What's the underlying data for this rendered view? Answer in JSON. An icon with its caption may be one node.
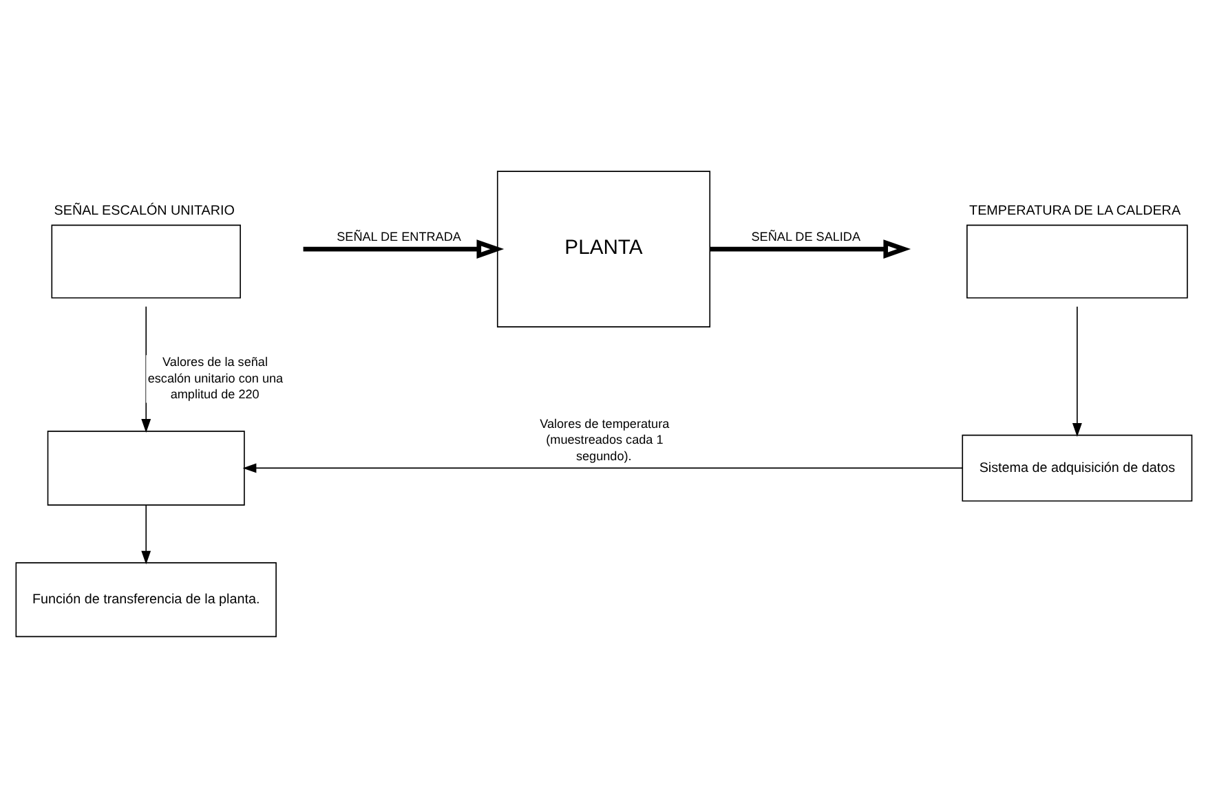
{
  "diagram": {
    "nodes": [
      {
        "text": [
          "PLANTA"
        ]
      },
      {
        "text": [
          "SEÑAL ESCALÓN UNITARIO"
        ]
      },
      {
        "text": [
          "TEMPERATURA DE LA CALDERA"
        ]
      },
      {
        "text": [
          "Sistema de adquisición de datos"
        ]
      },
      {
        "text": [],
        "shape": "box"
      },
      {
        "text": [
          "Función de transferencia de la planta."
        ]
      }
    ],
    "edges": [
      {
        "from": null,
        "to": 0,
        "arrow": "to",
        "label": "SEÑAL DE ENTRADA",
        "style": "thick"
      },
      {
        "from": 0,
        "to": null,
        "arrow": "to",
        "label": "SEÑAL DE SALIDA",
        "style": "thick"
      },
      {
        "from": 2,
        "to": 3,
        "arrow": "to"
      },
      {
        "from": 1,
        "to": 4,
        "arrow": "to",
        "label": "Valores de la señal escalón unitario con una amplitud de 220"
      },
      {
        "from": 3,
        "to": 4,
        "arrow": "to",
        "label": "Valores de temperatura (muestreados cada 1 segundo)."
      },
      {
        "from": 4,
        "to": 5,
        "arrow": "to"
      }
    ]
  }
}
